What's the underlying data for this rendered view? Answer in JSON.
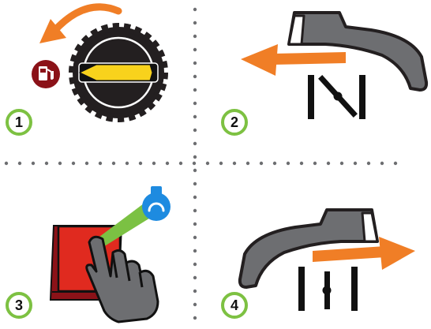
{
  "steps": [
    {
      "number": "1",
      "icons": [
        "fuel-pump-icon",
        "fuel-selector-knob-icon",
        "curved-arrow-icon"
      ]
    },
    {
      "number": "2",
      "icons": [
        "throttle-lever-icon",
        "arrow-left-icon",
        "throttle-valve-closed-icon"
      ]
    },
    {
      "number": "3",
      "icons": [
        "red-switch-icon",
        "hand-press-icon",
        "choke-icon"
      ]
    },
    {
      "number": "4",
      "icons": [
        "throttle-lever-icon",
        "arrow-right-icon",
        "throttle-valve-open-icon"
      ]
    }
  ],
  "colors": {
    "orange": "#F07E26",
    "green_ring": "#7DC142",
    "dark_gray": "#6D6E71",
    "light_gray": "#D1D3D4",
    "red": "#E02A1F",
    "dark_red": "#8B1218",
    "yellow": "#F8D21C",
    "blue": "#1E8BE0",
    "light_green": "#7BC143",
    "divider": "#6D6E71"
  }
}
